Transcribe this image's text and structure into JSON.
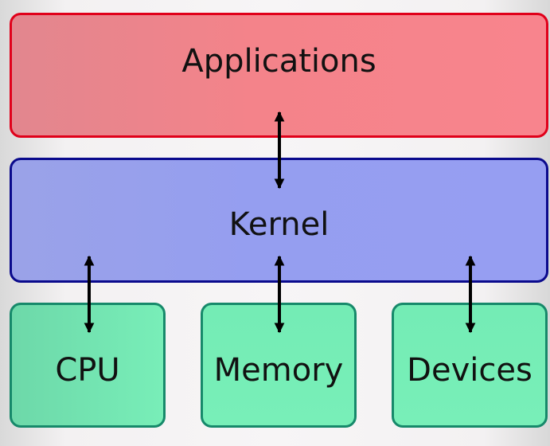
{
  "layers": {
    "applications": "Applications",
    "kernel": "Kernel"
  },
  "hardware": [
    {
      "label": "CPU"
    },
    {
      "label": "Memory"
    },
    {
      "label": "Devices"
    }
  ],
  "colors": {
    "applications_fill": "#f4838a",
    "applications_border": "#e0001a",
    "kernel_fill": "#959ef0",
    "kernel_border": "#0a0a8c",
    "hardware_fill": "#78efb8",
    "hardware_border": "#16896a",
    "arrow": "#000000"
  }
}
